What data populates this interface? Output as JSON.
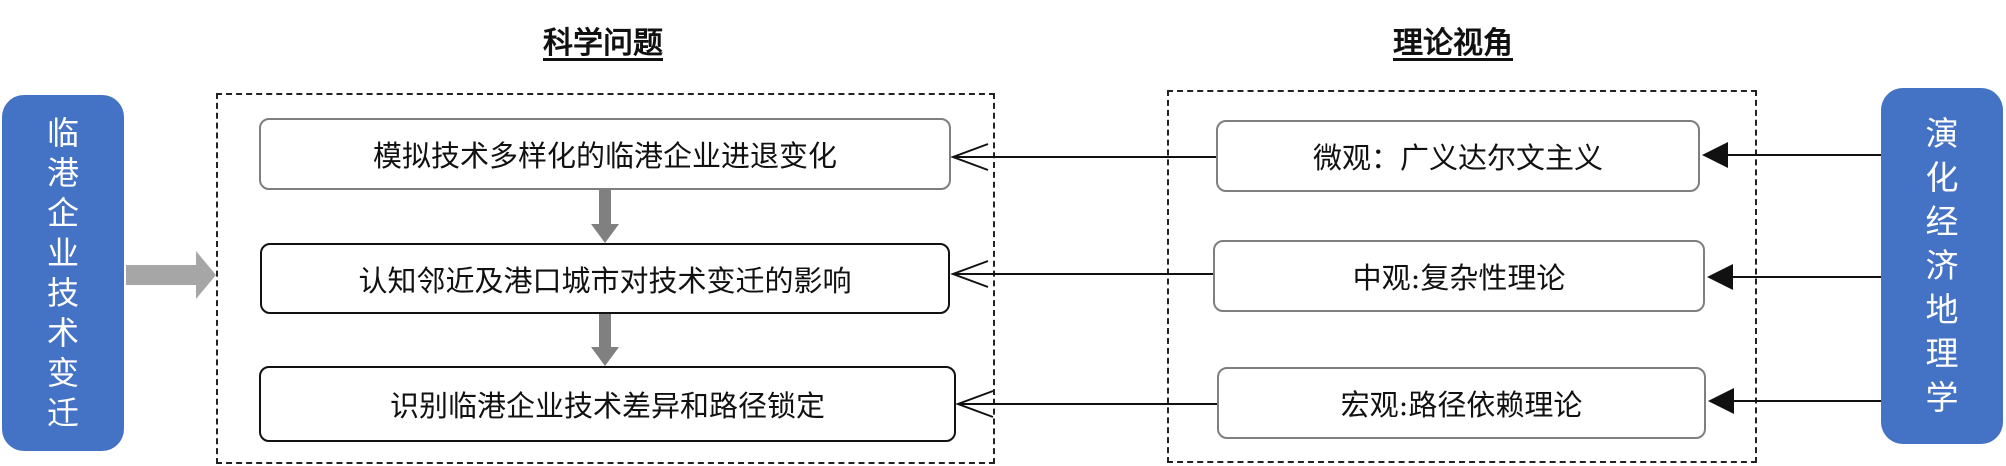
{
  "headings": {
    "left": "科学问题",
    "right": "理论视角"
  },
  "left_side_box": {
    "chars": [
      "临",
      "港",
      "企",
      "业",
      "技",
      "术",
      "变",
      "迁"
    ]
  },
  "right_side_box": {
    "chars": [
      "演",
      "化",
      "经",
      "济",
      "地",
      "理",
      "学"
    ]
  },
  "science_questions": [
    "模拟技术多样化的临港企业进退变化",
    "认知邻近及港口城市对技术变迁的影响",
    "识别临港企业技术差异和路径锁定"
  ],
  "theory_perspectives": [
    "微观：广义达尔文主义",
    "中观:复杂性理论",
    "宏观:路径依赖理论"
  ],
  "colors": {
    "side_box": "#4472c4",
    "block_arrow": "#a6a6a6",
    "down_arrow": "#808080"
  }
}
